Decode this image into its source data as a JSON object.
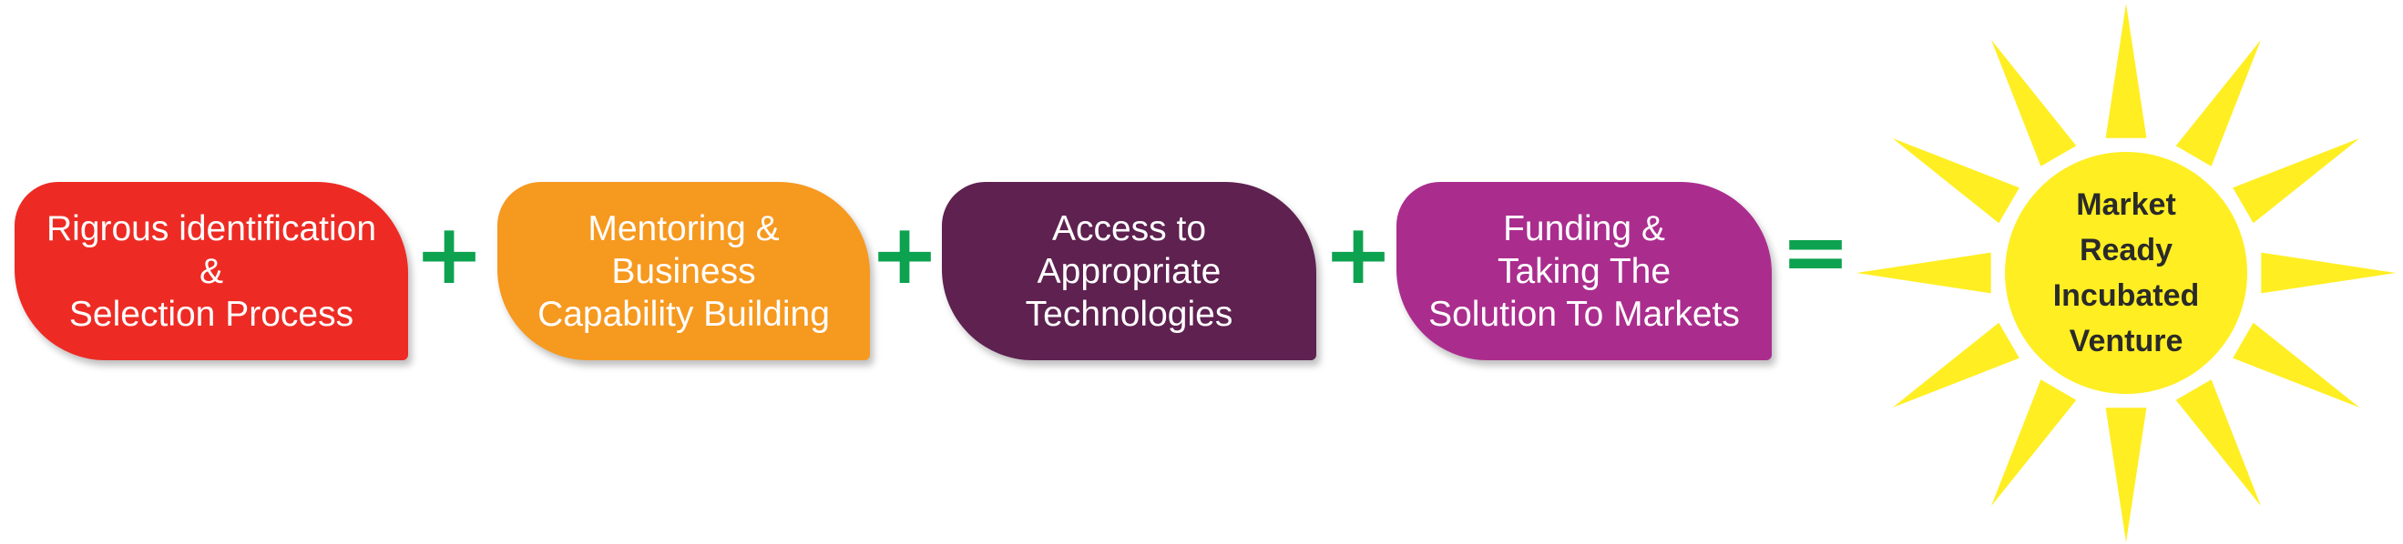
{
  "colors": {
    "step_1": "#ED2B24",
    "step_2": "#F6991F",
    "step_3": "#5E2150",
    "step_4": "#AA2D8E",
    "operator": "#0DA24F",
    "sun": "#FFEE22",
    "result_text": "#2A2A2A"
  },
  "steps": [
    {
      "text": "Rigrous identification\n&\nSelection Process"
    },
    {
      "text": "Mentoring &\nBusiness\nCapability Building"
    },
    {
      "text": "Access to\nAppropriate\nTechnologies"
    },
    {
      "text": "Funding &\nTaking The\nSolution To Markets"
    }
  ],
  "operators": [
    "+",
    "+",
    "+",
    "="
  ],
  "result": {
    "text": "Market Ready\nIncubated\nVenture"
  }
}
